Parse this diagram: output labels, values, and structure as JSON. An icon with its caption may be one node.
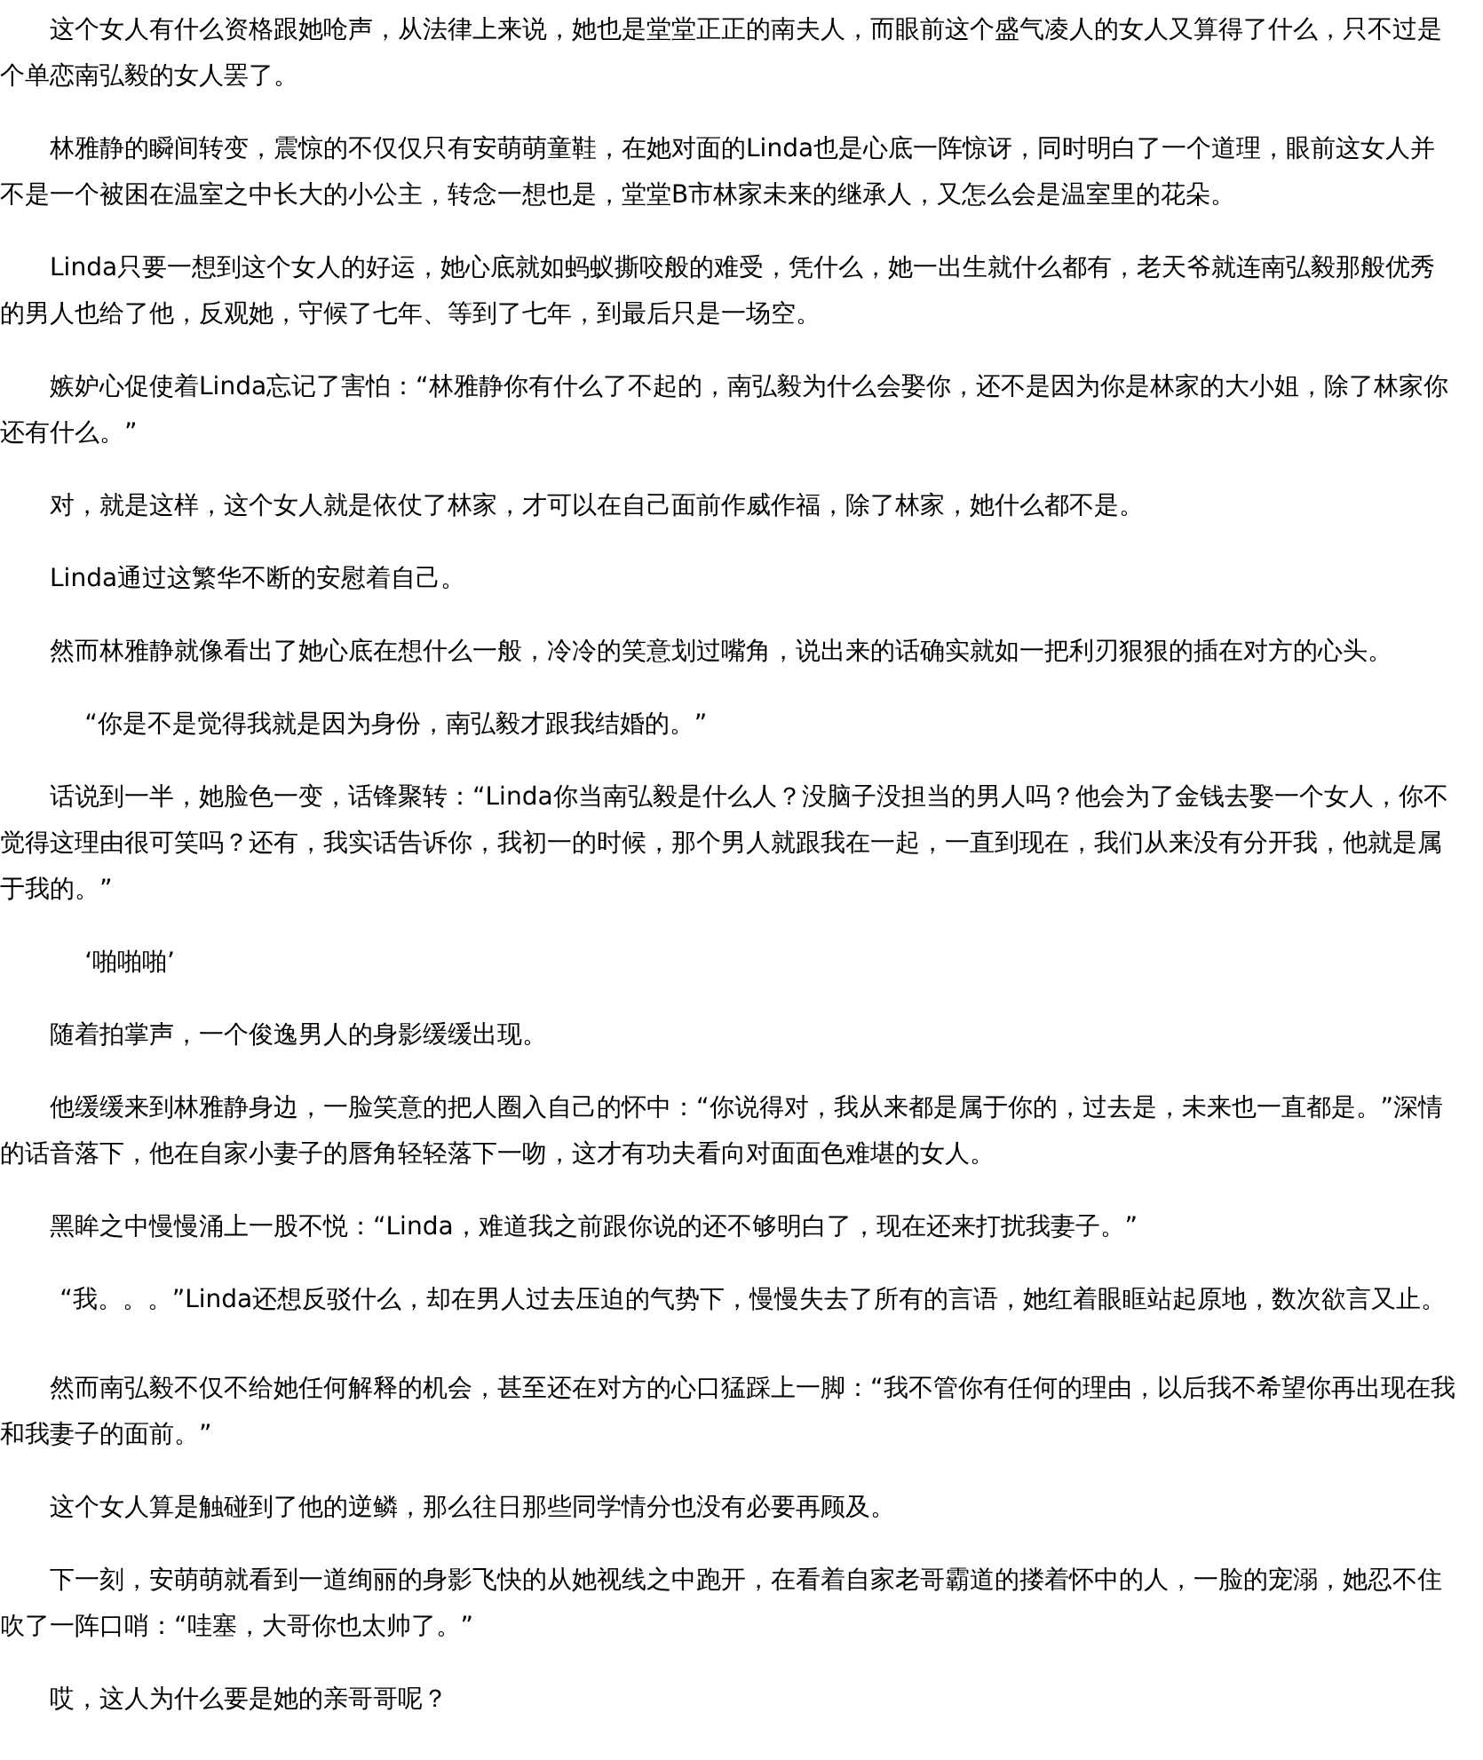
{
  "diagram": {
    "labels": [
      "这个女人有什么资格跟她呛声，从法律上来说，她也是堂堂正正的南夫人，而眼前这个盛气凌人的女人又算得了什么，只不过是个单恋南弘毅的女人罢了。",
      "林雅静的瞬间转变，震惊的不仅仅只有安萌萌童鞋，在她对面的Linda也是心底一阵惊讶，同时明白了一个道理，眼前这女人并不是一个被困在温室之中长大的小公主，转念一想也是，堂堂B市林家未来的继承人，又怎么会是温室里的花朵。",
      "Linda只要一想到这个女人的好运，她心底就如蚂蚁撕咬般的难受，凭什么，她一出生就什么都有，老天爷就连南弘毅那般优秀的男人也给了他，反观她，守候了七年、等到了七年，到最后只是一场空。",
      "嫉妒心促使着Linda忘记了害怕：“林雅静你有什么了不起的，南弘毅为什么会娶你，还不是因为你是林家的大小姐，除了林家你还有什么。”",
      "对，就是这样，这个女人就是依仗了林家，才可以在自己面前作威作福，除了林家，她什么都不是。",
      "Linda通过这繁华不断的安慰着自己。",
      "然而林雅静就像看出了她心底在想什么一般，冷冷的笑意划过嘴角，说出来的话确实就如一把利刃狠狠的插在对方的心头。",
      "“你是不是觉得我就是因为身份，南弘毅才跟我结婚的。”",
      "话说到一半，她脸色一变，话锋聚转：“Linda你当南弘毅是什么人？没脑子没担当的男人吗？他会为了金钱去娶一个女人，你不觉得这理由很可笑吗？还有，我实话告诉你，我初一的时候，那个男人就跟我在一起，一直到现在，我们从来没有分开我，他就是属于我的。”",
      "‘啪啪啪’",
      "随着拍掌声，一个俊逸男人的身影缓缓出现。",
      "他缓缓来到林雅静身边，一脸笑意的把人圈入自己的怀中：“你说得对，我从来都是属于你的，过去是，未来也一直都是。”深情的话音落下，他在自家小妻子的唇角轻轻落下一吻，这才有功夫看向对面面色难堪的女人。",
      "黑眸之中慢慢涌上一股不悦：“Linda，难道我之前跟你说的还不够明白了，现在还来打扰我妻子。”",
      "“我。。。”Linda还想反驳什么，却在男人过去压迫的气势下，慢慢失去了所有的言语，她红着眼眶站起原地，数次欲言又止。",
      "然而南弘毅不仅不给她任何解释的机会，甚至还在对方的心口猛踩上一脚：“我不管你有任何的理由，以后我不希望你再出现在我和我妻子的面前。”",
      "这个女人算是触碰到了他的逆鳞，那么往日那些同学情分也没有必要再顾及。",
      "下一刻，安萌萌就看到一道绚丽的身影飞快的从她视线之中跑开，在看着自家老哥霸道的搂着怀中的人，一脸的宠溺，她忍不住吹了一阵口哨：“哇塞，大哥你也太帅了。”",
      "哎，这人为什么要是她的亲哥哥呢？"
    ]
  }
}
